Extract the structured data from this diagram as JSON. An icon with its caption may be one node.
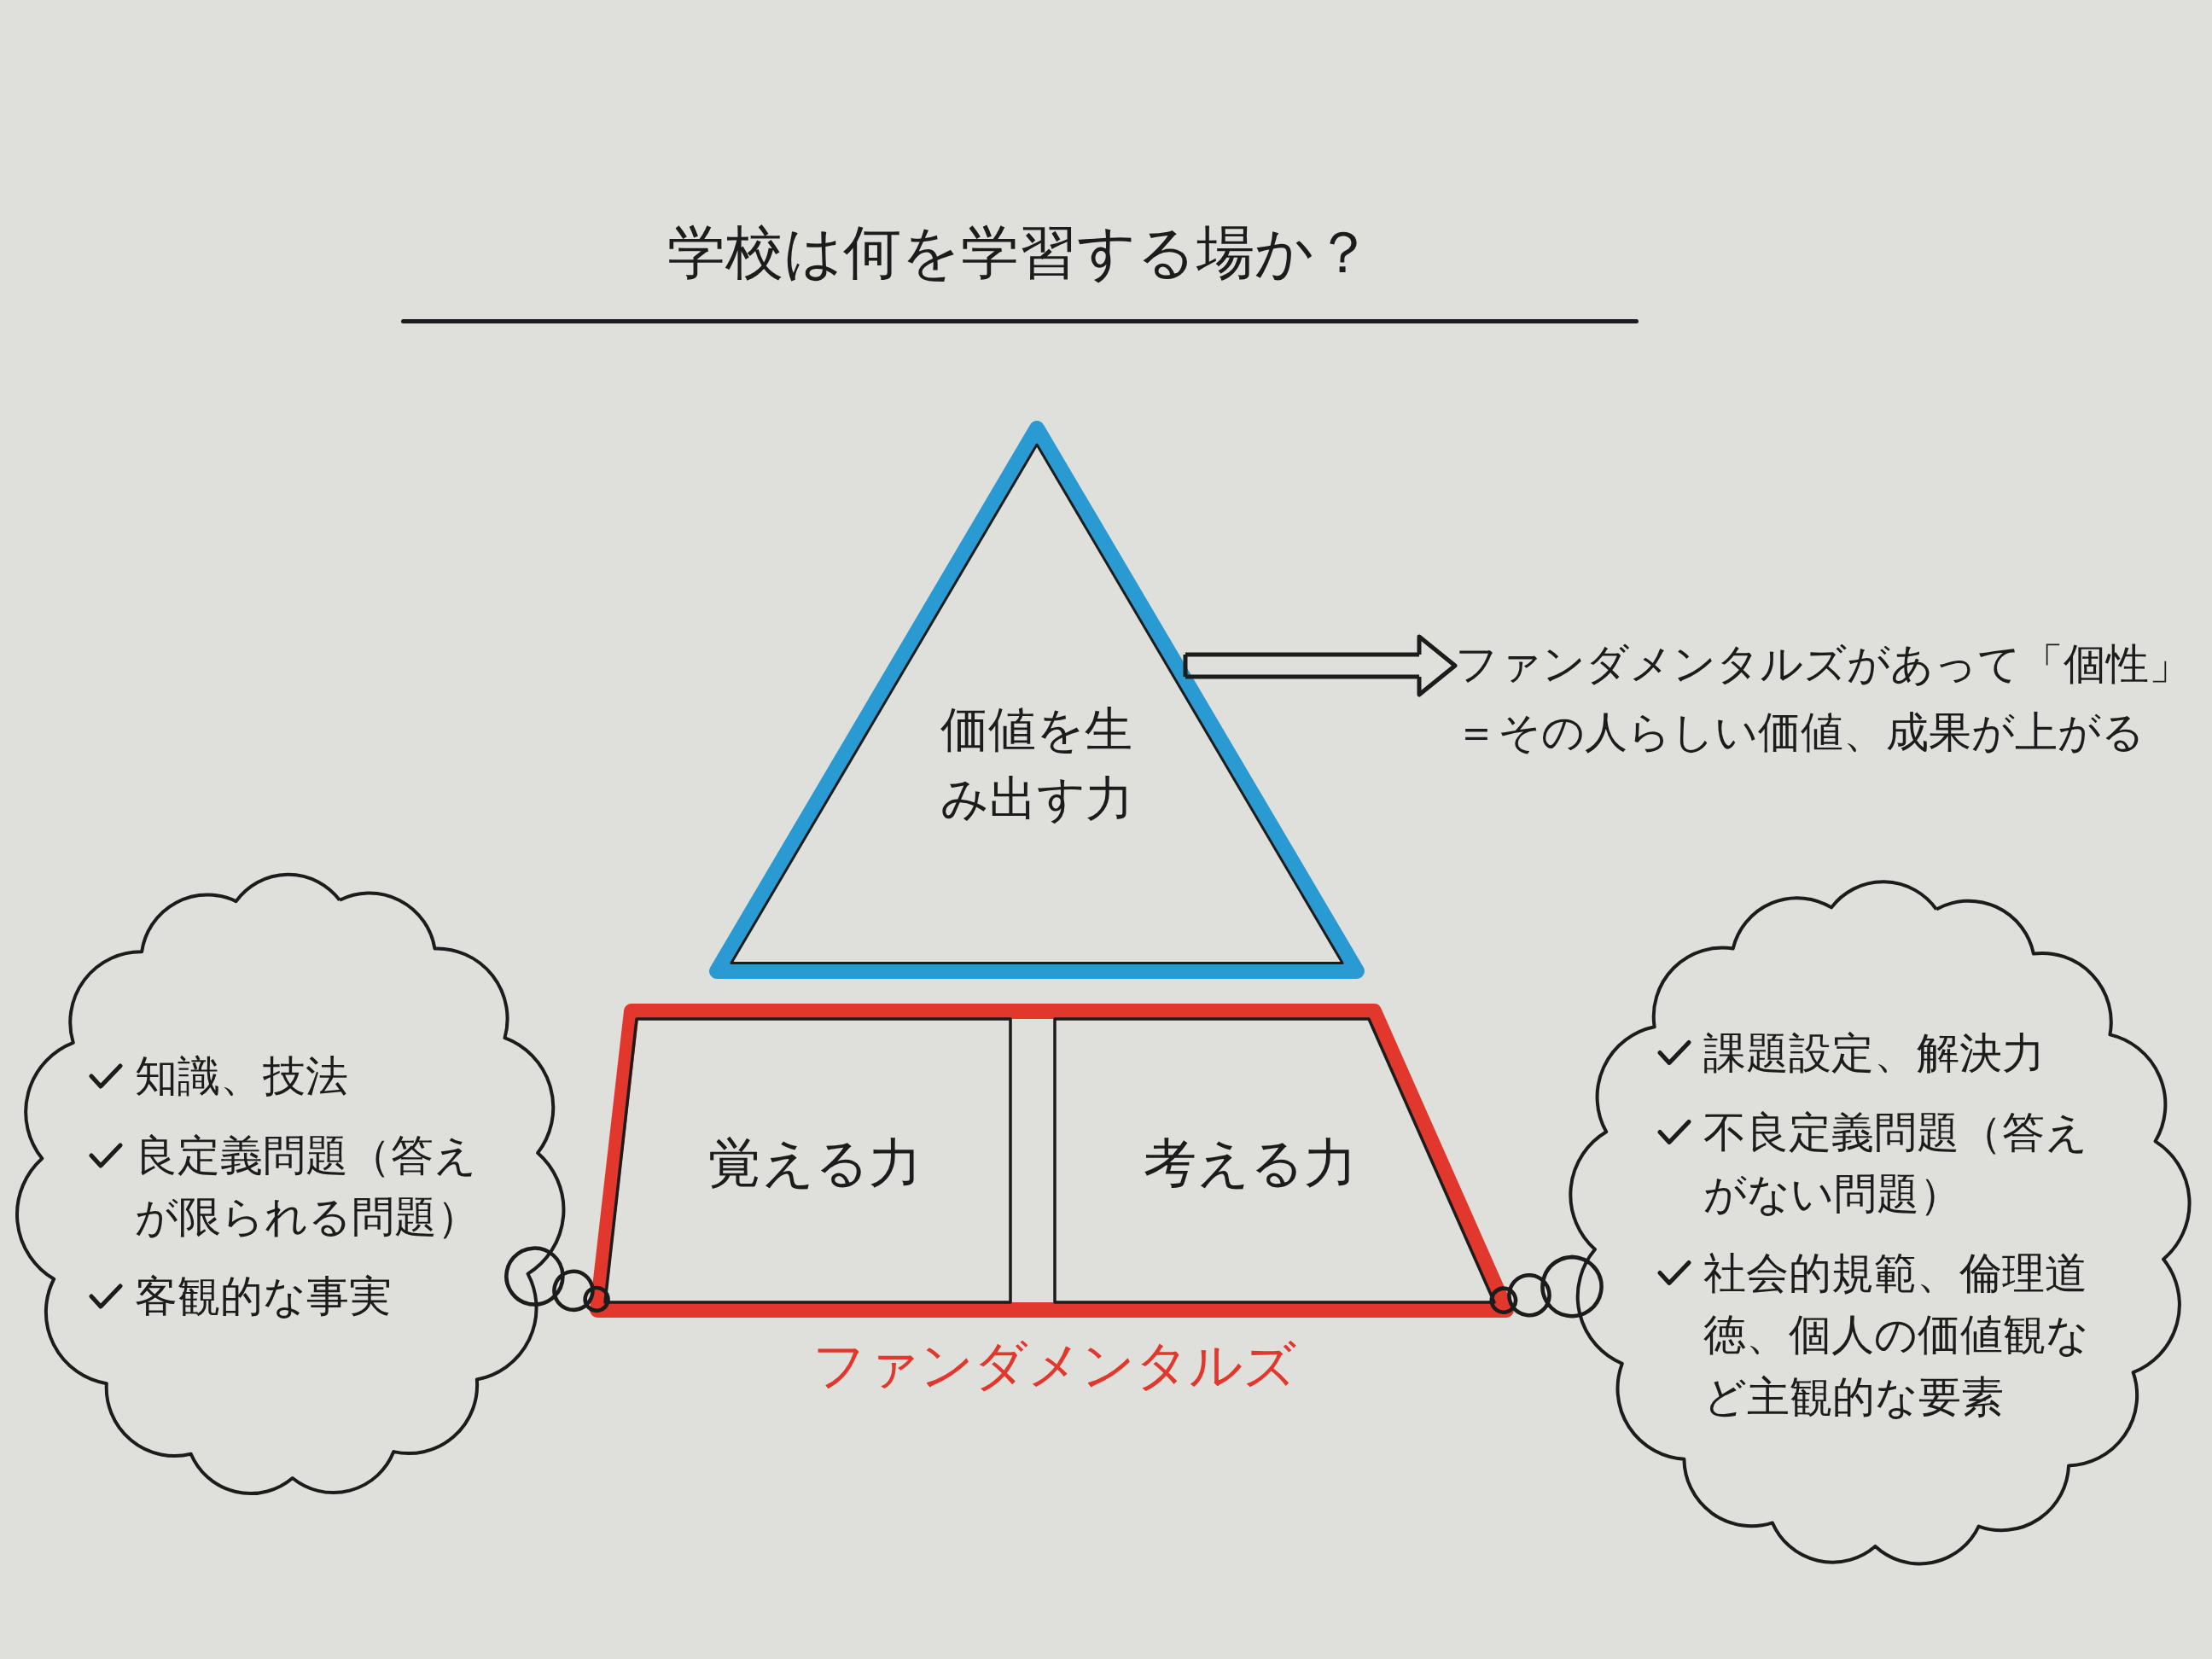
{
  "diagram": {
    "title": "学校は何を学習する場か？",
    "nodes": [
      {
        "text": [
          "価値を生み出す力"
        ]
      },
      {
        "text": [
          "ファンダメンタルズがあって「個性」＝その人らしい価値、成果が上がる"
        ]
      },
      {
        "text": [
          "ファンダメンタルズ"
        ]
      },
      {
        "text": [
          "覚える力"
        ],
        "in": 2
      },
      {
        "text": [
          "考える力"
        ],
        "in": 2
      },
      {
        "text": [
          "知識、技法",
          "良定義問題（答えが限られる問題）",
          "客観的な事実"
        ]
      },
      {
        "text": [
          "課題設定、解決力",
          "不良定義問題（答えがない問題）",
          "社会的規範、倫理道徳、個人の価値観など主観的な要素"
        ]
      }
    ],
    "edges": [
      {
        "from": 0,
        "to": 1,
        "arrow": "to"
      },
      {
        "from": 3,
        "to": 5,
        "arrow": "none"
      },
      {
        "from": 4,
        "to": 6,
        "arrow": "none"
      }
    ]
  }
}
